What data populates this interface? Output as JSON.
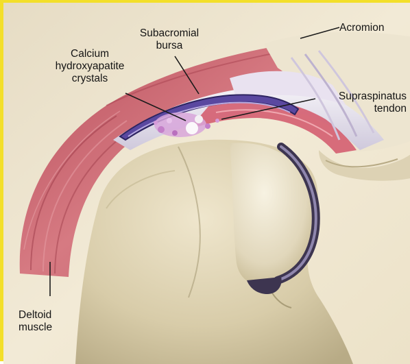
{
  "labels": {
    "subacromial_bursa": "Subacromial\nbursa",
    "acromion": "Acromion",
    "calcium_crystals": "Calcium\nhydroxyapatite\ncrystals",
    "supraspinatus_tendon": "Supraspinatus\ntendon",
    "deltoid_muscle": "Deltoid\nmuscle"
  },
  "colors": {
    "frame": "#f3df2a",
    "background": "#f1e8d4",
    "bone": "#d9ceae",
    "muscle": "#c0606a",
    "tendon": "#e7e3ee",
    "bursa": "#4c3c8c",
    "crystals": "#d59ad6",
    "cartilage": "#403a55"
  }
}
